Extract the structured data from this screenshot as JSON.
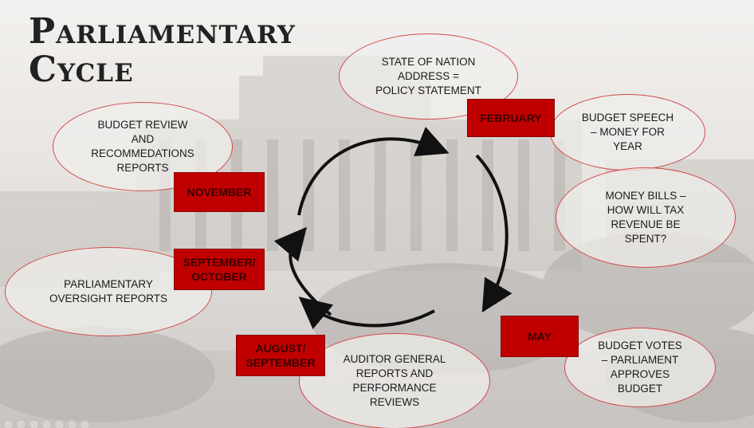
{
  "title": {
    "line1": "Parliamentary",
    "line2": "Cycle"
  },
  "bubbles": {
    "state_of_nation": "STATE OF NATION\nADDRESS =\nPOLICY STATEMENT",
    "budget_speech": "BUDGET SPEECH\n– MONEY FOR\nYEAR",
    "money_bills": "MONEY BILLS –\nHOW WILL TAX\nREVENUE BE\nSPENT?",
    "budget_votes": "BUDGET VOTES\n– PARLIAMENT\nAPPROVES\nBUDGET",
    "auditor_general": "AUDITOR GENERAL\nREPORTS AND\nPERFORMANCE\nREVIEWS",
    "parliamentary_oversight": "PARLIAMENTARY\nOVERSIGHT REPORTS",
    "budget_review": "BUDGET REVIEW\nAND\nRECOMMEDATIONS\nREPORTS"
  },
  "months": {
    "february": "FEBRUARY",
    "may": "MAY",
    "august_september": "AUGUST/\nSEPTEMBER",
    "september_october": "SEPTEMBER/\nOCTOBER",
    "november": "NOVEMBER"
  },
  "colors": {
    "month_box": "#c00000",
    "bubble_border": "#d24a4a",
    "arrow": "#111111"
  },
  "controls": [
    "back-icon",
    "forward-icon",
    "pen-icon",
    "slides-icon",
    "zoom-icon",
    "menu-icon",
    "video-icon"
  ]
}
